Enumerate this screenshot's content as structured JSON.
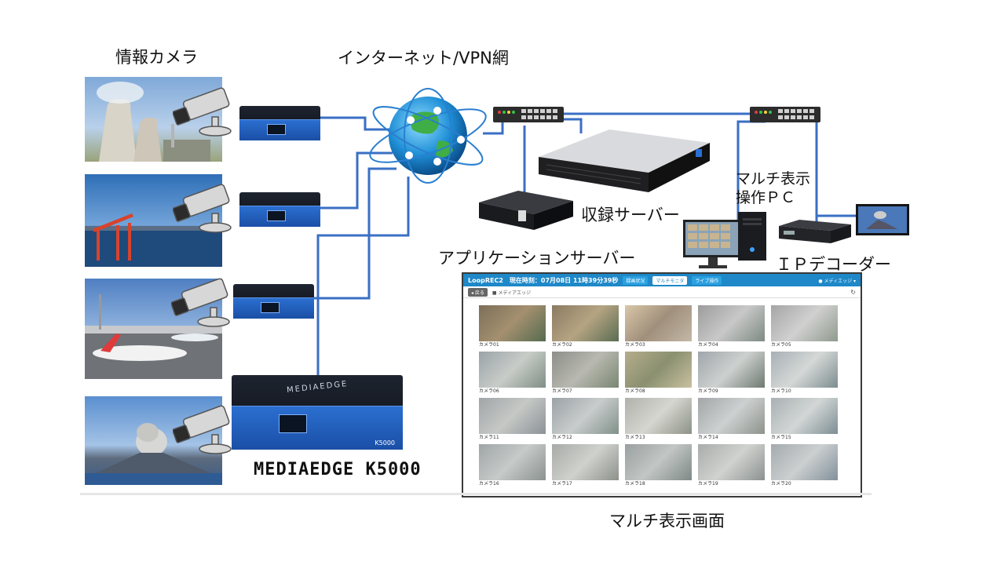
{
  "labels": {
    "info_camera": "情報カメラ",
    "internet_vpn": "インターネット/VPN網",
    "recording_server": "収録サーバー",
    "multi_pc_line1": "マルチ表示",
    "multi_pc_line2": "操作ＰＣ",
    "app_server": "アプリケーションサーバー",
    "ip_decoder": "ＩＰデコーダー",
    "encoder_model": "MEDIAEDGE K5000",
    "multi_screen": "マルチ表示画面"
  },
  "encoder": {
    "brand": "MEDIAEDGE",
    "model_badge": "K5000"
  },
  "screen": {
    "title": "LoopREC2　現在時刻：07月08日 11時39分39秒",
    "tabs": [
      "録画状況",
      "マルチモニタ",
      "ライブ操作"
    ],
    "active_tab": "マルチモニタ",
    "user": "● メディエッジ ▾",
    "back_button": "◂ 戻る",
    "crumb": "■ メディアエッジ",
    "cameras": [
      "カメラ01",
      "カメラ02",
      "カメラ03",
      "カメラ04",
      "カメラ05",
      "カメラ06",
      "カメラ07",
      "カメラ08",
      "カメラ09",
      "カメラ10",
      "カメラ11",
      "カメラ12",
      "カメラ13",
      "カメラ14",
      "カメラ15",
      "カメラ16",
      "カメラ17",
      "カメラ18",
      "カメラ19",
      "カメラ20"
    ]
  },
  "colors": {
    "link": "#3a6fc4",
    "encoder_face": "#2b6fd0",
    "screen_header": "#1e88c8"
  }
}
